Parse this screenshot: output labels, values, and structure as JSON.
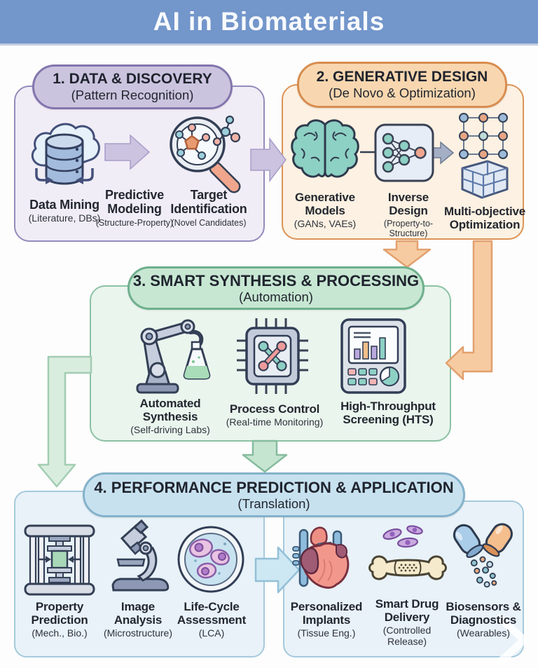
{
  "title": "AI in Biomaterials",
  "palette": {
    "header_bg": "#7396CB",
    "s1_accent": "#8376AD",
    "s1_pill": "#CBC4DF",
    "s1_body": "#F0EDF6",
    "s2_accent": "#D88D4F",
    "s2_pill": "#F8D7B0",
    "s2_body": "#FCF1E2",
    "s3_accent": "#6FAF8D",
    "s3_pill": "#C7E7D3",
    "s3_body": "#EAF5EE",
    "s4_accent": "#85B2CB",
    "s4_pill": "#C7E1EF",
    "s4_body": "#E8F2F8",
    "arrow_lavender": "#CBC3DF",
    "arrow_orange": "#F7CBA1",
    "arrow_green": "#C6E5D1",
    "arrow_blue": "#CDE7F3"
  },
  "sections": {
    "s1": {
      "title": "1. DATA & DISCOVERY",
      "subtitle": "(Pattern Recognition)",
      "items": [
        {
          "icon": "cloud-database-icon",
          "label": "Data Mining",
          "sublabel": "(Literature, DBs)"
        },
        {
          "icon": "step-arrow-icon",
          "label": "Predictive Modeling",
          "sublabel": "(Structure-Property)"
        },
        {
          "icon": "magnifier-molecule-icon",
          "label": "Target Identification",
          "sublabel": "(Novel Candidates)"
        }
      ]
    },
    "s2": {
      "title": "2. GENERATIVE DESIGN",
      "subtitle": "(De Novo & Optimization)",
      "items": [
        {
          "icon": "brain-icon",
          "label": "Generative Models",
          "sublabel": "(GANs, VAEs)"
        },
        {
          "icon": "neural-network-icon",
          "label": "Inverse Design",
          "sublabel": "(Property-to-Structure)"
        },
        {
          "icon": "lattice-scaffold-icon",
          "label": "Multi-objective Optimization"
        }
      ]
    },
    "s3": {
      "title": "3. SMART SYNTHESIS & PROCESSING",
      "subtitle": "(Automation)",
      "items": [
        {
          "icon": "robot-arm-flask-icon",
          "label": "Automated Synthesis",
          "sublabel": "(Self-driving Labs)"
        },
        {
          "icon": "chip-icon",
          "label": "Process Control",
          "sublabel": "(Real-time Monitoring)"
        },
        {
          "icon": "screening-device-icon",
          "label": "High-Throughput Screening (HTS)"
        }
      ]
    },
    "s4": {
      "title": "4. PERFORMANCE PREDICTION & APPLICATION",
      "subtitle": "(Translation)",
      "left_items": [
        {
          "icon": "mechanical-test-icon",
          "label": "Property Prediction",
          "sublabel": "(Mech., Bio.)"
        },
        {
          "icon": "microscope-icon",
          "label": "Image Analysis",
          "sublabel": "(Microstructure)"
        },
        {
          "icon": "petri-dish-icon",
          "label": "Life-Cycle Assessment",
          "sublabel": "(LCA)"
        }
      ],
      "right_items": [
        {
          "icon": "heart-icon",
          "label": "Personalized Implants",
          "sublabel": "(Tissue Eng.)"
        },
        {
          "icon": "bone-graft-icon",
          "label": "Smart Drug Delivery",
          "sublabel": "(Controlled Release)"
        },
        {
          "icon": "capsules-icon",
          "label": "Biosensors & Diagnostics",
          "sublabel": "(Wearables)"
        }
      ]
    }
  },
  "watermark": {
    "icon": "chevron-right-watermark-icon"
  }
}
